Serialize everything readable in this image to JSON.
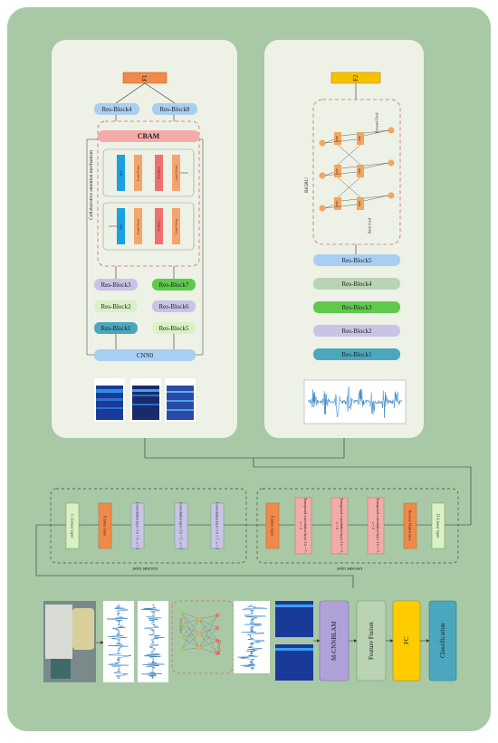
{
  "colors": {
    "background_green": "#a8c8a6",
    "panel_fill": "#edf1e6",
    "orange": "#f08a4b",
    "yellow": "#f7c100",
    "light_blue": "#a8cff2",
    "pink": "#f3aaa9",
    "lavender": "#c8c4e6",
    "light_green": "#d9f2c4",
    "teal": "#4aa7bd",
    "green": "#5fc94c",
    "sage": "#b9d3b4",
    "node_orange": "#f2a65e",
    "purple": "#b0a2d8",
    "salmon": "#f4a58f",
    "fc_yellow": "#ffcc00",
    "dashed_red": "#d46a6a"
  },
  "left_panel": {
    "output": "F1",
    "top_blocks": [
      "Res-Block4",
      "Res-Block8"
    ],
    "cbam": "CBAM",
    "attention_caption": "Collaborative attention mechanism",
    "upper_row": [
      "MLP",
      "Layer Norm",
      "SW-MSA",
      "Layer Norm"
    ],
    "lower_row": [
      "MLP",
      "Layer Norm",
      "W-MSA",
      "Layer Norm"
    ],
    "left_stack": [
      "Res-Block3",
      "Res-Block2",
      "Res-Block1"
    ],
    "right_stack": [
      "Res-Block7",
      "Res-Block6",
      "Res-Block5"
    ],
    "base": "CNN0"
  },
  "right_panel": {
    "output": "F2",
    "bigru_label": "BiGRU",
    "forward_label": "Forward Feed",
    "back_label": "Back Feed",
    "gru": "GRU",
    "stack": [
      "Res-Block5",
      "Res-Block4",
      "Res-Block3",
      "Res-Block2",
      "Res-Block1"
    ]
  },
  "autoencoder": {
    "encoder_blocks": [
      "C-Linear layer",
      "Flatten layer",
      "Convolution layer 3 k = 3 , s = 2",
      "Convolution layer 2 k = 5 , s = 2",
      "Convolution layer 1 k = 7 , s = 2"
    ],
    "decoder_blocks": [
      "Flatten layer",
      "Transposed convolution layer 3 k = 7 , s = 2",
      "Transposed convolution layer 2 k = 5 , s = 2",
      "Transposed convolution layer 1 k = 3 , s = 2",
      "Reverse Flatten layer",
      "D-Linear layer"
    ],
    "encoder_caption": "Encoder layer",
    "decoder_caption": "Decoder layer"
  },
  "pipeline": {
    "encoder_tag": "Encoder",
    "decoder_tag": "Decoder",
    "stages": [
      "M-CNNBLAM",
      "Feature Fusion",
      "FC",
      "Classification"
    ]
  }
}
